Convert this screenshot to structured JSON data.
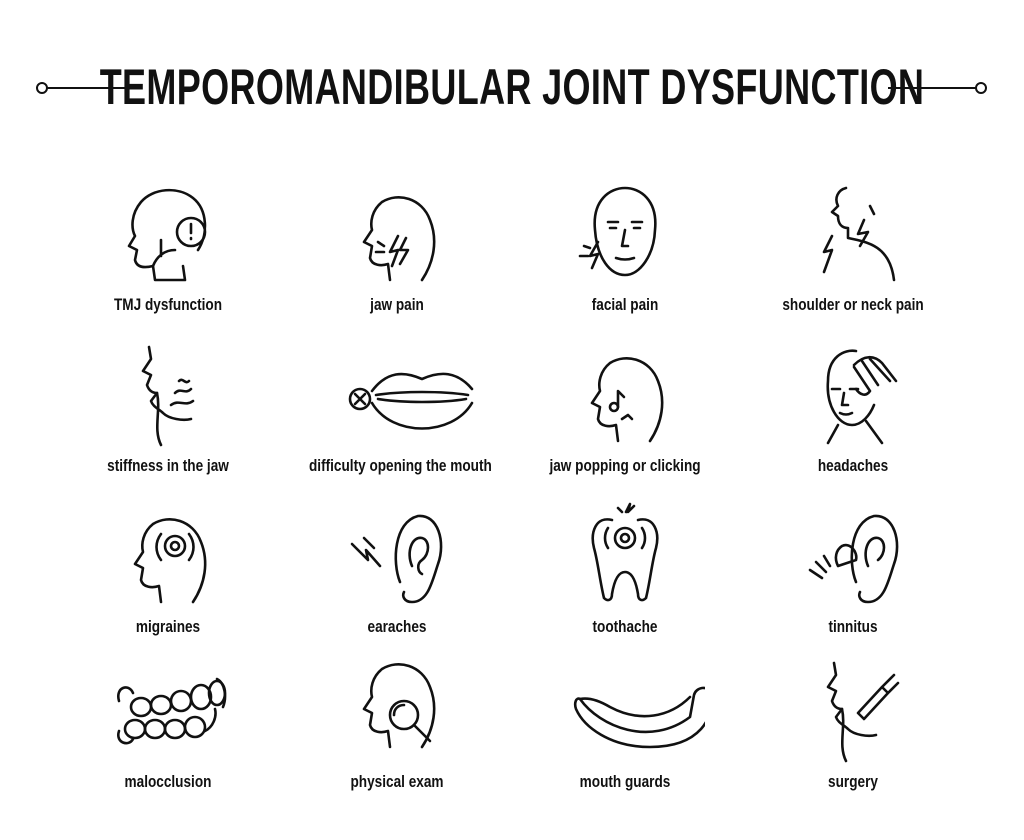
{
  "title": "TEMPOROMANDIBULAR JOINT DYSFUNCTION",
  "items": [
    {
      "label": "TMJ dysfunction",
      "icon": "skull-exclamation-icon"
    },
    {
      "label": "jaw pain",
      "icon": "head-lightning-jaw-icon"
    },
    {
      "label": "facial pain",
      "icon": "face-lightning-icon"
    },
    {
      "label": "shoulder or neck pain",
      "icon": "neck-shoulder-lightning-icon"
    },
    {
      "label": "stiffness in the jaw",
      "icon": "jaw-stiffness-icon"
    },
    {
      "label": "difficulty opening the mouth",
      "icon": "mouth-closed-x-icon"
    },
    {
      "label": "jaw popping or clicking",
      "icon": "head-music-note-icon"
    },
    {
      "label": "headaches",
      "icon": "face-hand-forehead-icon"
    },
    {
      "label": "migraines",
      "icon": "head-pulse-icon"
    },
    {
      "label": "earaches",
      "icon": "ear-lightning-icon"
    },
    {
      "label": "toothache",
      "icon": "tooth-pain-icon"
    },
    {
      "label": "tinnitus",
      "icon": "ear-sound-icon"
    },
    {
      "label": "malocclusion",
      "icon": "teeth-misaligned-icon"
    },
    {
      "label": "physical exam",
      "icon": "head-magnifier-icon"
    },
    {
      "label": "mouth guards",
      "icon": "mouth-guard-icon"
    },
    {
      "label": "surgery",
      "icon": "jaw-scalpel-icon"
    }
  ]
}
